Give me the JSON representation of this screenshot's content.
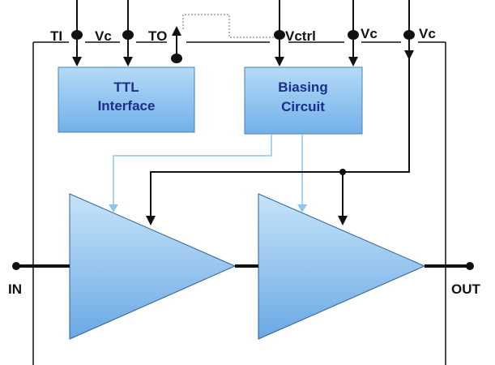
{
  "pins": {
    "ti": "TI",
    "vc1": "Vc",
    "to": "TO",
    "vctrl": "Vctrl",
    "vc2": "Vc",
    "vc3": "Vc",
    "in": "IN",
    "out": "OUT"
  },
  "blocks": {
    "ttl_line1": "TTL",
    "ttl_line2": "Interface",
    "bias_line1": "Biasing",
    "bias_line2": "Circuit"
  },
  "colors": {
    "block_fill_top": "#a9d3f5",
    "block_fill_bottom": "#74b2ea",
    "amp_fill_top": "#c2e2f8",
    "amp_fill_bottom": "#6aa9e6",
    "bias_line": "#8cc6ea",
    "wire": "#111111",
    "label_blue": "#1a2f8a"
  }
}
